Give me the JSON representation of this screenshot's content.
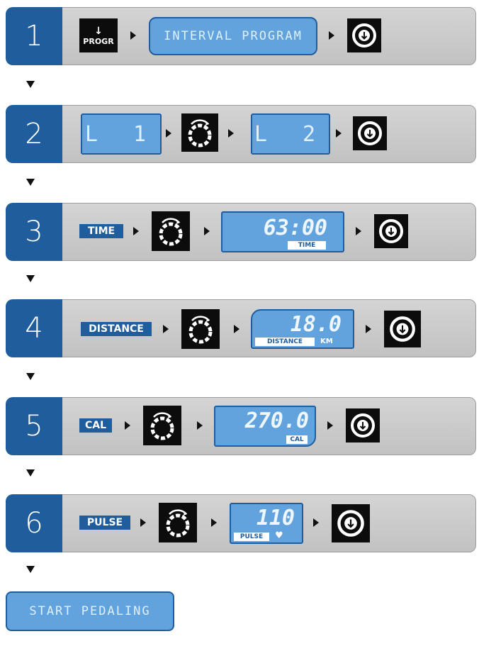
{
  "steps": [
    {
      "number": "1",
      "progr_arrow": "↓",
      "progr_label": "PROGR",
      "display_text": "INTERVAL PROGRAM"
    },
    {
      "number": "2",
      "display_a": "L 1",
      "display_b": "L 2"
    },
    {
      "number": "3",
      "label": "TIME",
      "value": "63:00",
      "tag": "TIME"
    },
    {
      "number": "4",
      "label": "DISTANCE",
      "value": "18.0",
      "tag": "DISTANCE",
      "unit": "KM"
    },
    {
      "number": "5",
      "label": "CAL",
      "value": "270.0",
      "tag": "CAL"
    },
    {
      "number": "6",
      "label": "PULSE",
      "value": "110",
      "tag": "PULSE",
      "heart": "♥"
    }
  ],
  "start_button": "START PEDALING",
  "icons": {
    "step_arrow": "arrow-right-icon",
    "connector": "arrow-down-icon",
    "dial": "rotary-dial-icon",
    "confirm": "confirm-button-icon"
  },
  "colors": {
    "accent": "#1f5d9d",
    "lcd": "#62a3dd",
    "panel": "#cbcbcb"
  }
}
